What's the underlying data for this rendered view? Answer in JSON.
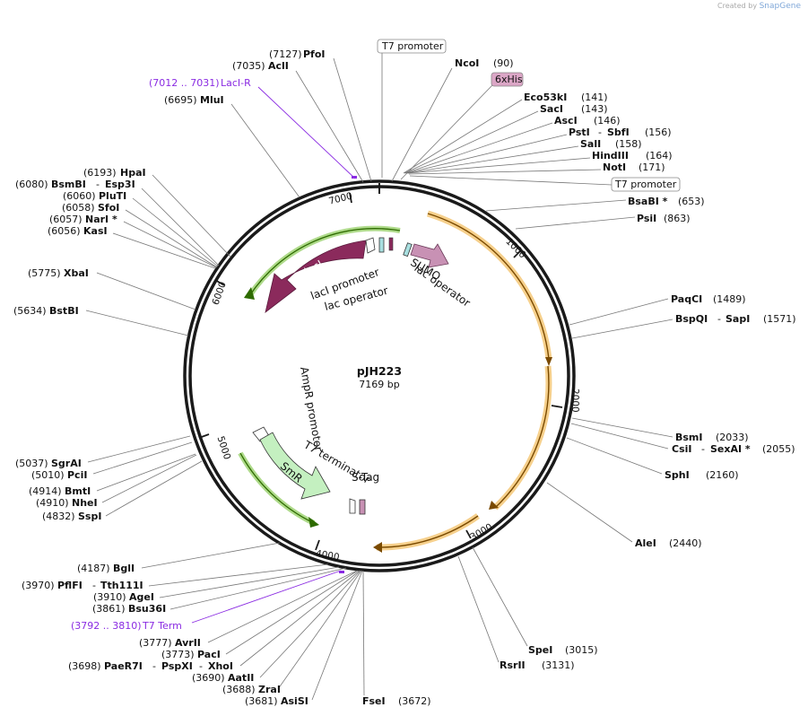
{
  "branding": {
    "created_by": "Created by",
    "brand": "SnapGene"
  },
  "plasmid": {
    "name": "pJH223",
    "size": "7169 bp",
    "length": 7169
  },
  "ticks": [
    {
      "pos": 1000,
      "label": "1000"
    },
    {
      "pos": 2000,
      "label": "2000"
    },
    {
      "pos": 3000,
      "label": "3000"
    },
    {
      "pos": 4000,
      "label": "4000"
    },
    {
      "pos": 5000,
      "label": "5000"
    },
    {
      "pos": 6000,
      "label": "6000"
    },
    {
      "pos": 7000,
      "label": "7000"
    }
  ],
  "sites_right": [
    {
      "name": "NcoI",
      "pos": "(90)"
    },
    {
      "name": "6xHis",
      "pos": "",
      "boxed": true
    },
    {
      "name": "Eco53kI",
      "pos": "(141)"
    },
    {
      "name": "SacI",
      "pos": "(143)"
    },
    {
      "name": "AscI",
      "pos": "(146)"
    },
    {
      "name": "PstI",
      "name2": "SbfI",
      "pos": "(156)"
    },
    {
      "name": "SalI",
      "pos": "(158)"
    },
    {
      "name": "HindIII",
      "pos": "(164)"
    },
    {
      "name": "NotI",
      "pos": "(171)"
    },
    {
      "name": "T7 promoter",
      "pos": "",
      "boxed": true
    },
    {
      "name": "BsaBI *",
      "pos": "(653)"
    },
    {
      "name": "PsiI",
      "pos": "(863)"
    },
    {
      "name": "PaqCI",
      "pos": "(1489)"
    },
    {
      "name": "BspQI",
      "name2": "SapI",
      "pos": "(1571)"
    },
    {
      "name": "BsmI",
      "pos": "(2033)"
    },
    {
      "name": "CsiI",
      "name2": "SexAI *",
      "pos": "(2055)"
    },
    {
      "name": "SphI",
      "pos": "(2160)"
    },
    {
      "name": "AleI",
      "pos": "(2440)"
    },
    {
      "name": "SpeI",
      "pos": "(3015)"
    },
    {
      "name": "RsrII",
      "pos": "(3131)"
    }
  ],
  "sites_bottom": [
    {
      "name": "FseI",
      "pos": "(3672)"
    }
  ],
  "sites_left": [
    {
      "name": "PfoI",
      "pos": "(7127)"
    },
    {
      "name": "AclI",
      "pos": "(7035)"
    },
    {
      "name": "LacI-R",
      "pos": "(7012 .. 7031)",
      "primer": true
    },
    {
      "name": "MluI",
      "pos": "(6695)"
    },
    {
      "name": "HpaI",
      "pos": "(6193)"
    },
    {
      "name": "BsmBI",
      "name2": "Esp3I",
      "pos": "(6080)"
    },
    {
      "name": "PluTI",
      "pos": "(6060)"
    },
    {
      "name": "SfoI",
      "pos": "(6058)"
    },
    {
      "name": "NarI *",
      "pos": "(6057)"
    },
    {
      "name": "KasI",
      "pos": "(6056)"
    },
    {
      "name": "XbaI",
      "pos": "(5775)"
    },
    {
      "name": "BstBI",
      "pos": "(5634)"
    },
    {
      "name": "SgrAI",
      "pos": "(5037)"
    },
    {
      "name": "PciI",
      "pos": "(5010)"
    },
    {
      "name": "BmtI",
      "pos": "(4914)"
    },
    {
      "name": "NheI",
      "pos": "(4910)"
    },
    {
      "name": "SspI",
      "pos": "(4832)"
    },
    {
      "name": "BglI",
      "pos": "(4187)"
    },
    {
      "name": "PflFI",
      "name2": "Tth111I",
      "pos": "(3970)"
    },
    {
      "name": "AgeI",
      "pos": "(3910)"
    },
    {
      "name": "Bsu36I",
      "pos": "(3861)"
    },
    {
      "name": "T7 Term",
      "pos": "(3792 .. 3810)",
      "primer": true
    },
    {
      "name": "AvrII",
      "pos": "(3777)"
    },
    {
      "name": "PacI",
      "pos": "(3773)"
    },
    {
      "name": "PaeR7I",
      "name2": "PspXI",
      "name3": "XhoI",
      "pos": "(3698)"
    },
    {
      "name": "AatII",
      "pos": "(3690)"
    },
    {
      "name": "ZraI",
      "pos": "(3688)"
    },
    {
      "name": "AsiSI",
      "pos": "(3681)"
    }
  ],
  "top_feature_box": {
    "label": "T7 promoter"
  },
  "features": {
    "laci": "lacI",
    "laci_promoter": "lacI promoter",
    "lac_operator_left": "lac operator",
    "sumo": "SUMO",
    "lac_operator_right": "lac operator",
    "ampr_promoter": "AmpR promoter",
    "smr": "SmR",
    "t7_terminator": "T7 terminator",
    "s_tag": "S-Tag"
  },
  "colors": {
    "backbone": "#1a1a1a",
    "orf_orange": "#f0b040",
    "orf_green": "#6cbb2a",
    "laci_fill": "#8b2a5c",
    "sumo_fill": "#c891b4",
    "smr_fill": "#c4f0c0",
    "primer": "#8a2be2",
    "his_box": "#dba6c6"
  }
}
